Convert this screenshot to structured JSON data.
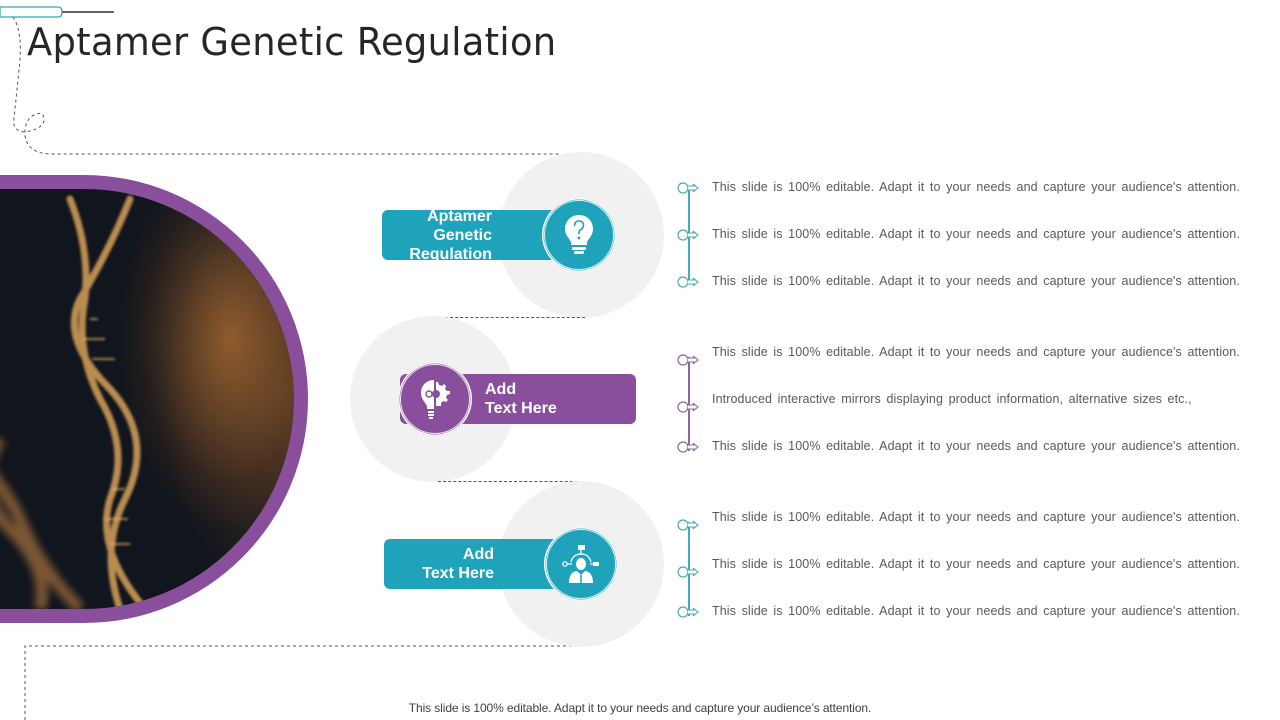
{
  "title": "Aptamer Genetic Regulation",
  "colors": {
    "teal": "#1fa3bb",
    "purple": "#8a4f9c",
    "circle_bg": "#f1f1f1",
    "text": "#595959"
  },
  "image": {
    "subject": "dna-double-helix-photo"
  },
  "items": [
    {
      "label_line1": "Aptamer",
      "label_line2": "Genetic Regulation",
      "icon": "lightbulb-question-icon",
      "color": "teal",
      "bullets": [
        "This slide is 100% editable. Adapt it to your needs and capture your audience's attention.",
        "This slide is 100% editable. Adapt it to your needs and capture your audience's attention.",
        "This slide is 100% editable. Adapt it to your needs and capture your audience's attention."
      ]
    },
    {
      "label_line1": "Add",
      "label_line2": "Text Here",
      "icon": "lightbulb-gear-icon",
      "color": "purple",
      "bullets": [
        "This slide is 100% editable. Adapt it to your needs and capture your audience's attention.",
        "Introduced interactive mirrors displaying product information, alternative sizes etc.,",
        "This slide is 100% editable. Adapt it to your needs and capture your audience's attention."
      ]
    },
    {
      "label_line1": "Add",
      "label_line2": "Text Here",
      "icon": "businessman-network-icon",
      "color": "teal",
      "bullets": [
        "This slide is 100% editable. Adapt it to your needs and capture your audience's attention.",
        "This slide is 100% editable. Adapt it to your needs and capture your audience's attention.",
        "This slide is 100% editable. Adapt it to your needs and capture your audience's attention."
      ]
    }
  ],
  "footer": "This slide is 100% editable. Adapt it to your needs and capture your audience’s attention."
}
